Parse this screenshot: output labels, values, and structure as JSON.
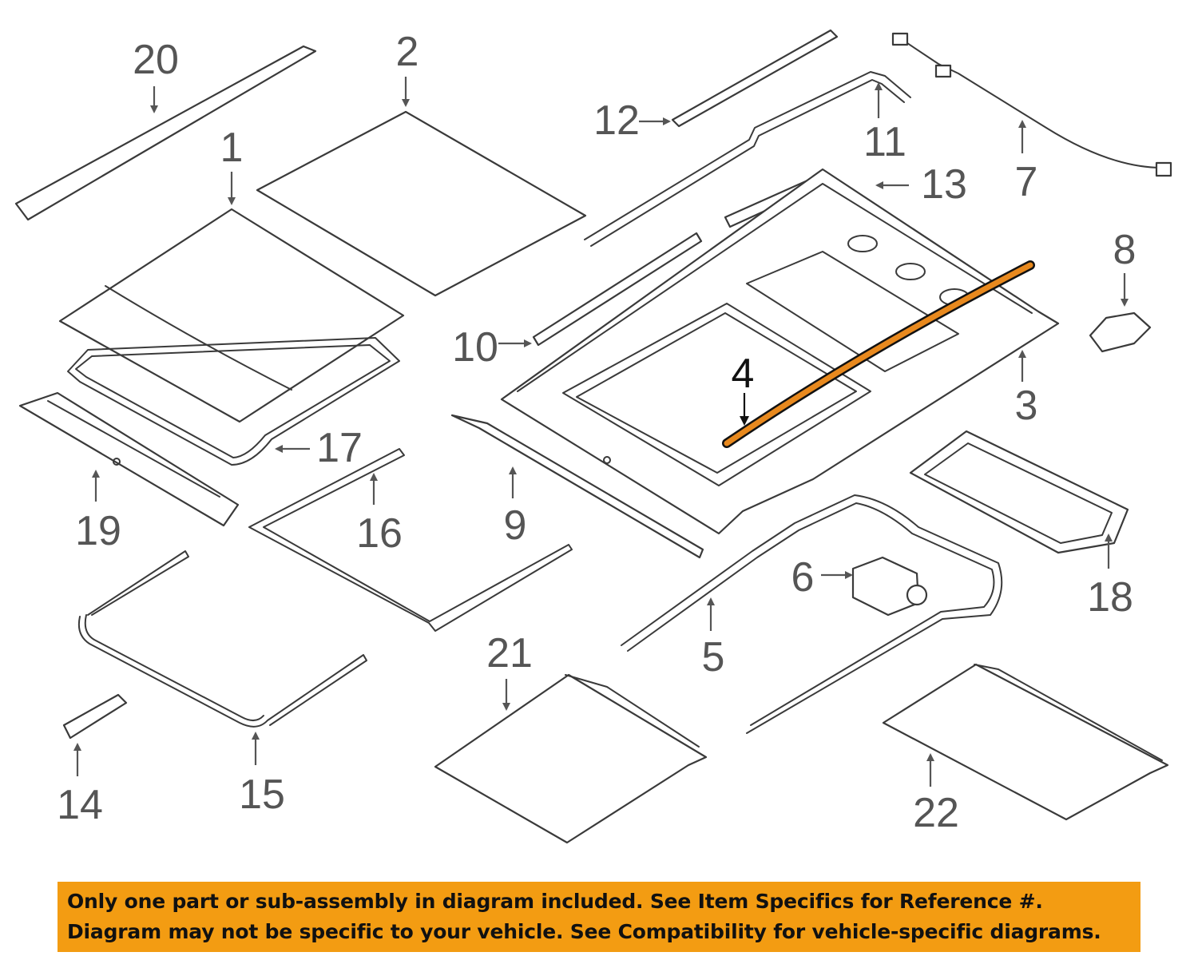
{
  "diagram": {
    "highlight_color": "#e8891e",
    "highlighted_part": "4",
    "callouts": [
      "1",
      "2",
      "3",
      "4",
      "5",
      "6",
      "7",
      "8",
      "9",
      "10",
      "11",
      "12",
      "13",
      "14",
      "15",
      "16",
      "17",
      "18",
      "19",
      "20",
      "21",
      "22"
    ]
  },
  "notice": {
    "line1": "Only one part or sub-assembly in diagram included. See Item Specifics for Reference #.",
    "line2": "Diagram may not be specific to your vehicle. See Compatibility for vehicle-specific diagrams.",
    "background": "#f39c12"
  }
}
